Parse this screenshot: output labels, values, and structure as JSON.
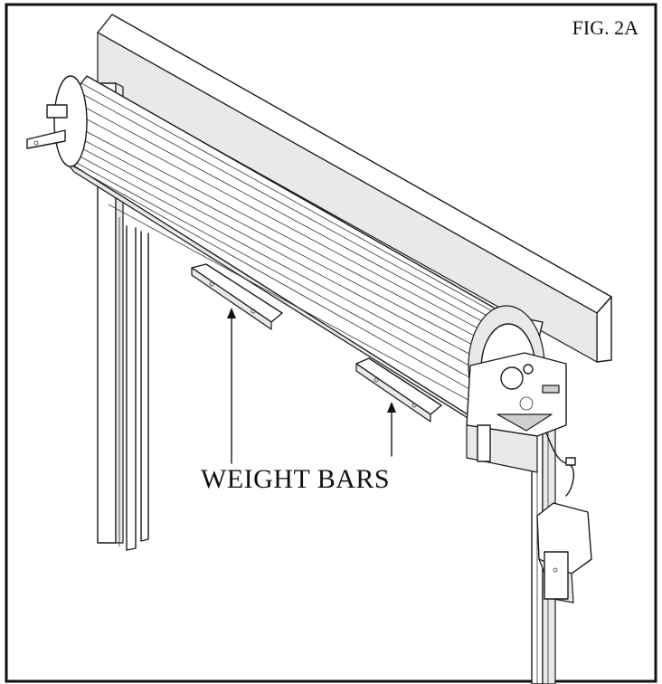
{
  "figure": {
    "label": "FIG. 2A",
    "callout": "WEIGHT BARS"
  },
  "parts": {
    "frame": "door-frame",
    "roll": "rolled-door-curtain",
    "weight_bars": [
      "weight-bar-left",
      "weight-bar-right"
    ],
    "motor": "motor-operator-unit",
    "control": "wall-control-box"
  },
  "colors": {
    "line": "#1a1a1a",
    "fill": "#ffffff",
    "shade": "#e9e9e9"
  }
}
